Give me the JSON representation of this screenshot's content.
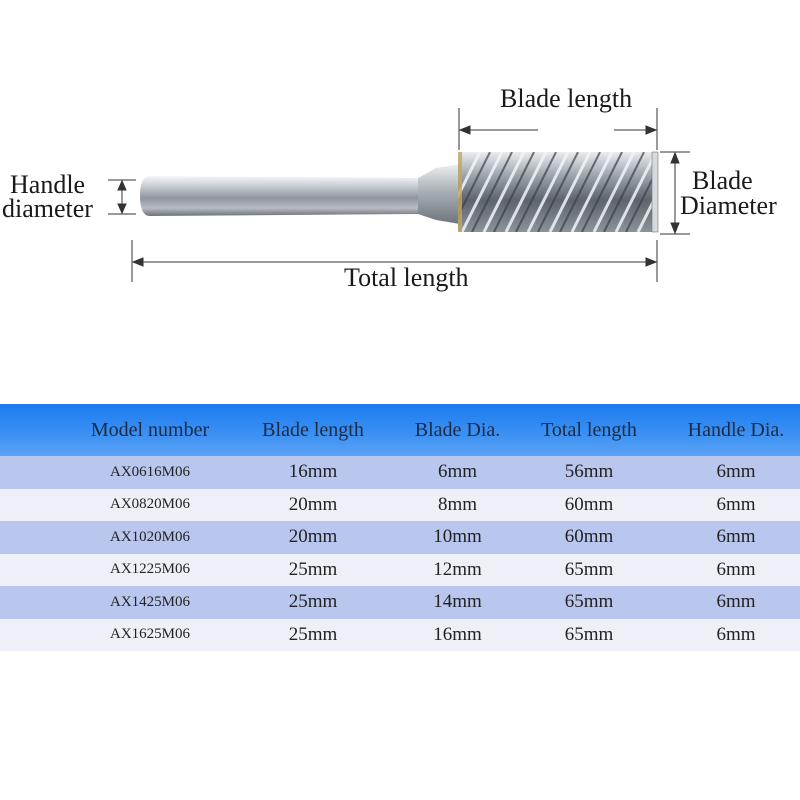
{
  "diagram": {
    "labels": {
      "handle_diameter_line1": "Handle",
      "handle_diameter_line2": "diameter",
      "blade_length": "Blade length",
      "blade_diameter_line1": "Blade",
      "blade_diameter_line2": "Diameter",
      "total_length": "Total length"
    }
  },
  "table": {
    "headers": [
      "Model number",
      "Blade length",
      "Blade Dia.",
      "Total length",
      "Handle Dia."
    ],
    "rows": [
      [
        "AX0616M06",
        "16mm",
        "6mm",
        "56mm",
        "6mm"
      ],
      [
        "AX0820M06",
        "20mm",
        "8mm",
        "60mm",
        "6mm"
      ],
      [
        "AX1020M06",
        "20mm",
        "10mm",
        "60mm",
        "6mm"
      ],
      [
        "AX1225M06",
        "25mm",
        "12mm",
        "65mm",
        "6mm"
      ],
      [
        "AX1425M06",
        "25mm",
        "14mm",
        "65mm",
        "6mm"
      ],
      [
        "AX1625M06",
        "25mm",
        "16mm",
        "65mm",
        "6mm"
      ]
    ]
  },
  "colors": {
    "header_blue": "#1b7cf0",
    "row_stripe": "#b9c7ee",
    "row_light": "#eef0f8"
  }
}
